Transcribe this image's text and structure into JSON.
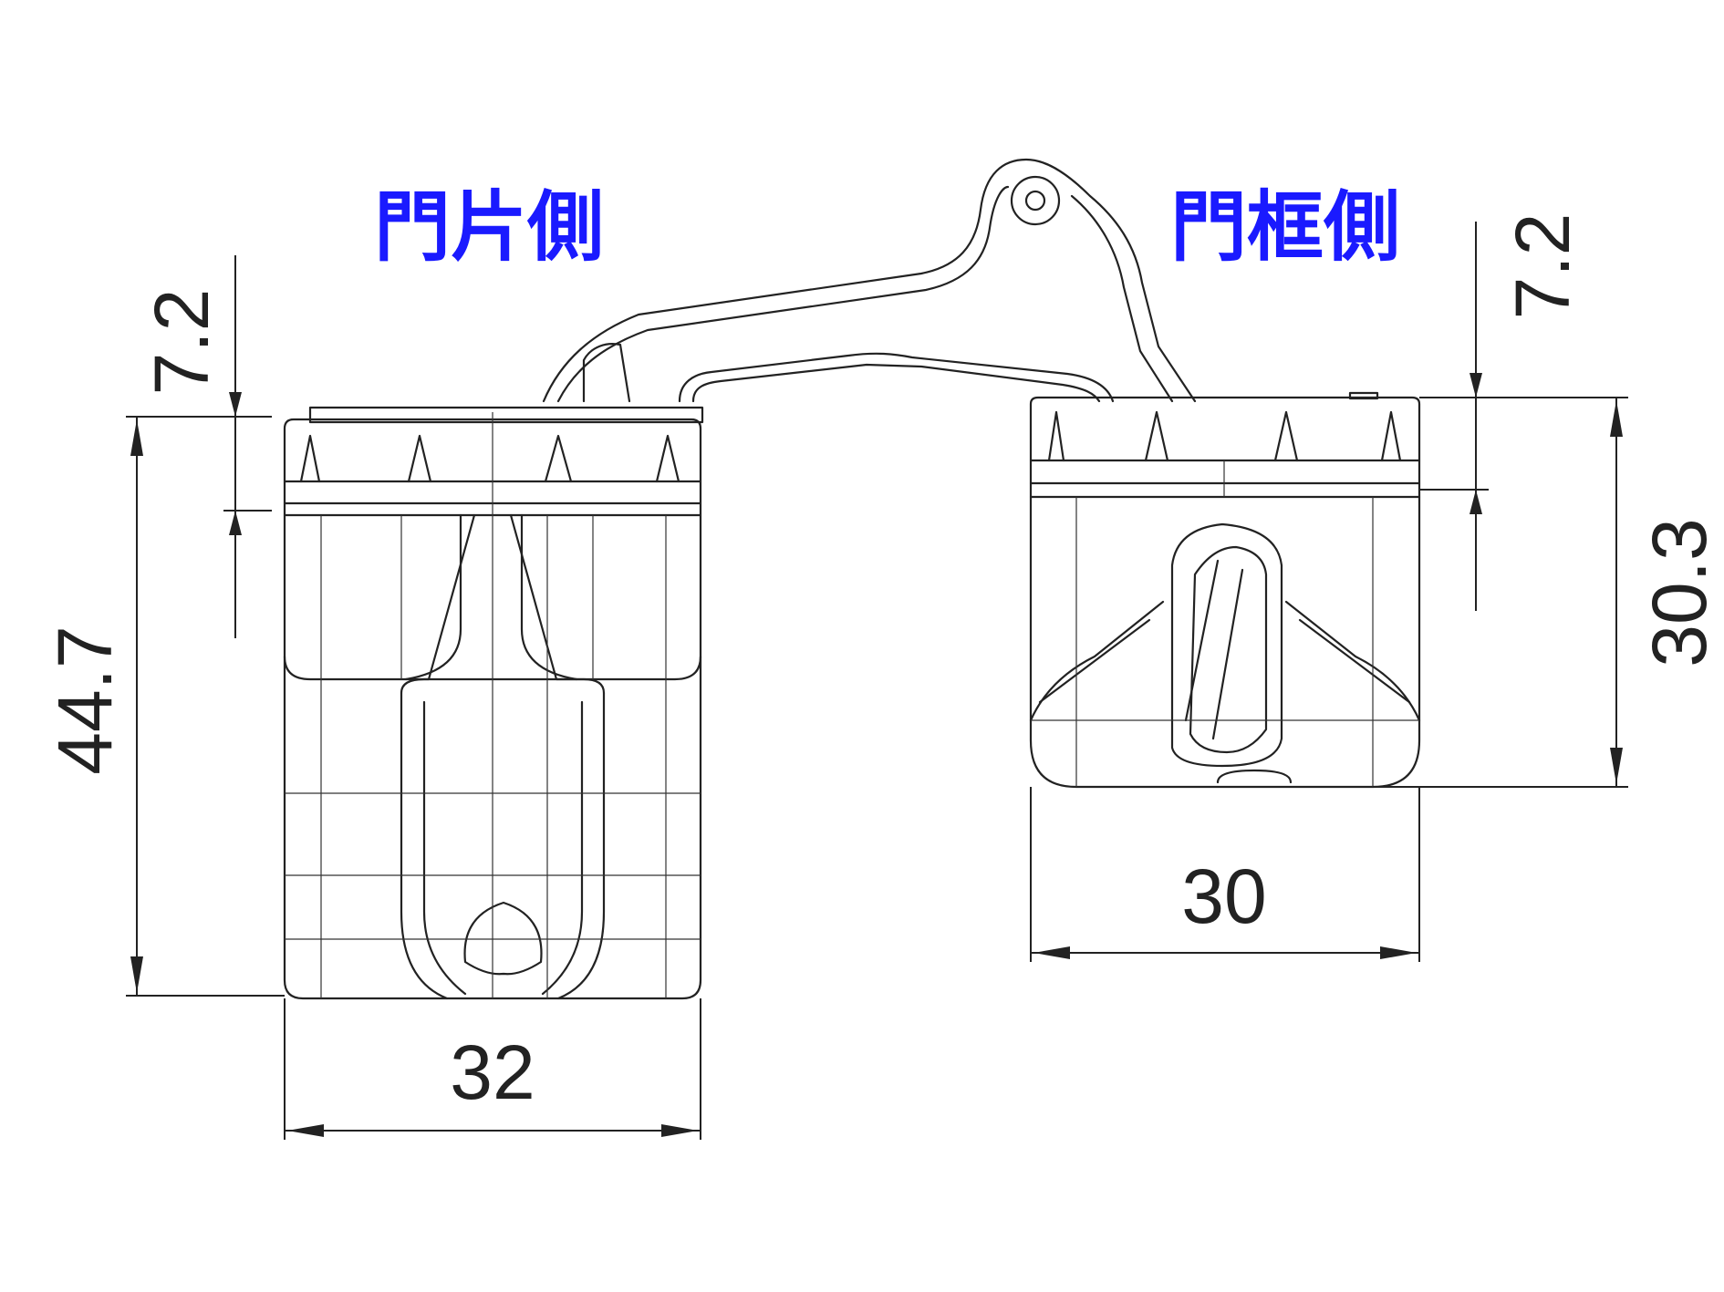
{
  "labels": {
    "door_side": "門片側",
    "frame_side": "門框側"
  },
  "dimensions": {
    "left_top_offset": "7.2",
    "left_height": "44.7",
    "left_width": "32",
    "right_top_offset": "7.2",
    "right_height": "30.3",
    "right_width": "30"
  },
  "colors": {
    "label": "#1a1aff",
    "line": "#222222"
  }
}
